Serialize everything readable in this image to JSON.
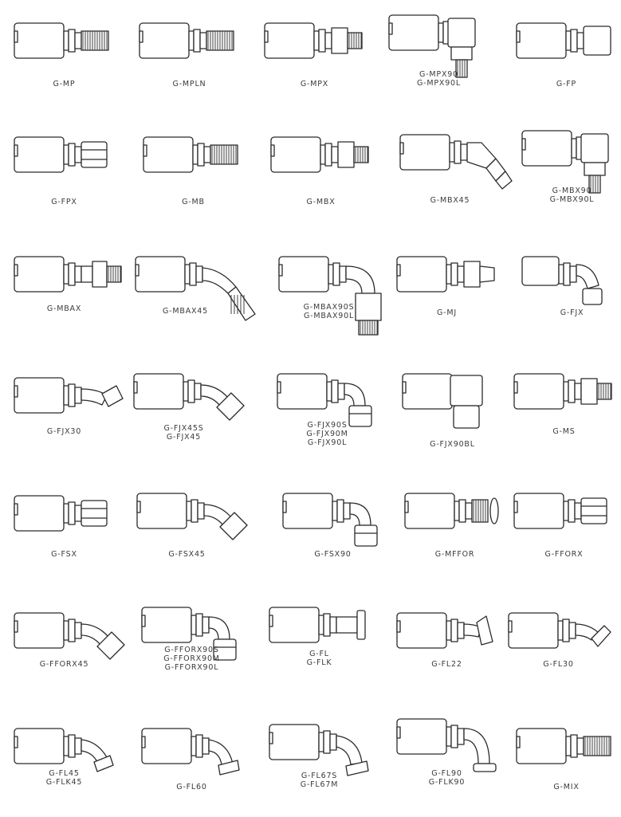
{
  "catalog": {
    "fittings": [
      {
        "id": "G-MP",
        "labels": [
          "G-MP"
        ],
        "shape": "male-pipe"
      },
      {
        "id": "G-MPLN",
        "labels": [
          "G-MPLN"
        ],
        "shape": "male-pipe"
      },
      {
        "id": "G-MPX",
        "labels": [
          "G-MPX"
        ],
        "shape": "male-pipe-swivel"
      },
      {
        "id": "G-MPX90",
        "labels": [
          "G-MPX90",
          "G-MPX90L"
        ],
        "shape": "elbow-90-male"
      },
      {
        "id": "G-FP",
        "labels": [
          "G-FP"
        ],
        "shape": "female-nut"
      },
      {
        "id": "G-FPX",
        "labels": [
          "G-FPX"
        ],
        "shape": "female-swivel"
      },
      {
        "id": "G-MB",
        "labels": [
          "G-MB"
        ],
        "shape": "male-pipe"
      },
      {
        "id": "G-MBX",
        "labels": [
          "G-MBX"
        ],
        "shape": "male-pipe-swivel"
      },
      {
        "id": "G-MBX45",
        "labels": [
          "G-MBX45"
        ],
        "shape": "elbow-45-male"
      },
      {
        "id": "G-MBX90",
        "labels": [
          "G-MBX90",
          "G-MBX90L"
        ],
        "shape": "elbow-90-male"
      },
      {
        "id": "G-MBAX",
        "labels": [
          "G-MBAX"
        ],
        "shape": "male-pipe-swivel-long"
      },
      {
        "id": "G-MBAX45",
        "labels": [
          "G-MBAX45"
        ],
        "shape": "bent-45-male"
      },
      {
        "id": "G-MBAX90S",
        "labels": [
          "G-MBAX90S",
          "G-MBAX90L"
        ],
        "shape": "bent-90-male"
      },
      {
        "id": "G-MJ",
        "labels": [
          "G-MJ"
        ],
        "shape": "male-jic"
      },
      {
        "id": "G-FJX",
        "labels": [
          "G-FJX"
        ],
        "shape": "bent-90-nut-small"
      },
      {
        "id": "G-FJX30",
        "labels": [
          "G-FJX30"
        ],
        "shape": "bent-30-nut"
      },
      {
        "id": "G-FJX45S",
        "labels": [
          "G-FJX45S",
          "G-FJX45"
        ],
        "shape": "bent-45-nut"
      },
      {
        "id": "G-FJX90S",
        "labels": [
          "G-FJX90S",
          "G-FJX90M",
          "G-FJX90L"
        ],
        "shape": "bent-90-nut"
      },
      {
        "id": "G-FJX90BL",
        "labels": [
          "G-FJX90BL"
        ],
        "shape": "block-90-nut"
      },
      {
        "id": "G-MS",
        "labels": [
          "G-MS"
        ],
        "shape": "male-pipe-swivel"
      },
      {
        "id": "G-FSX",
        "labels": [
          "G-FSX"
        ],
        "shape": "female-swivel"
      },
      {
        "id": "G-FSX45",
        "labels": [
          "G-FSX45"
        ],
        "shape": "bent-45-nut"
      },
      {
        "id": "G-FSX90",
        "labels": [
          "G-FSX90"
        ],
        "shape": "bent-90-nut"
      },
      {
        "id": "G-MFFOR",
        "labels": [
          "G-MFFOR"
        ],
        "shape": "male-oring"
      },
      {
        "id": "G-FFORX",
        "labels": [
          "G-FFORX"
        ],
        "shape": "female-swivel"
      },
      {
        "id": "G-FFORX45",
        "labels": [
          "G-FFORX45"
        ],
        "shape": "bent-45-nut"
      },
      {
        "id": "G-FFORX90S",
        "labels": [
          "G-FFORX90S",
          "G-FFORX90M",
          "G-FFORX90L"
        ],
        "shape": "bent-90-nut"
      },
      {
        "id": "G-FL",
        "labels": [
          "G-FL",
          "G-FLK"
        ],
        "shape": "flange-straight"
      },
      {
        "id": "G-FL22",
        "labels": [
          "G-FL22"
        ],
        "shape": "flange-22"
      },
      {
        "id": "G-FL30",
        "labels": [
          "G-FL30"
        ],
        "shape": "flange-30"
      },
      {
        "id": "G-FL45",
        "labels": [
          "G-FL45",
          "G-FLK45"
        ],
        "shape": "flange-45"
      },
      {
        "id": "G-FL60",
        "labels": [
          "G-FL60"
        ],
        "shape": "flange-60"
      },
      {
        "id": "G-FL67S",
        "labels": [
          "G-FL67S",
          "G-FL67M"
        ],
        "shape": "flange-67"
      },
      {
        "id": "G-FL90",
        "labels": [
          "G-FL90",
          "G-FLK90"
        ],
        "shape": "flange-90"
      },
      {
        "id": "G-MIX",
        "labels": [
          "G-MIX"
        ],
        "shape": "male-pipe"
      }
    ]
  }
}
